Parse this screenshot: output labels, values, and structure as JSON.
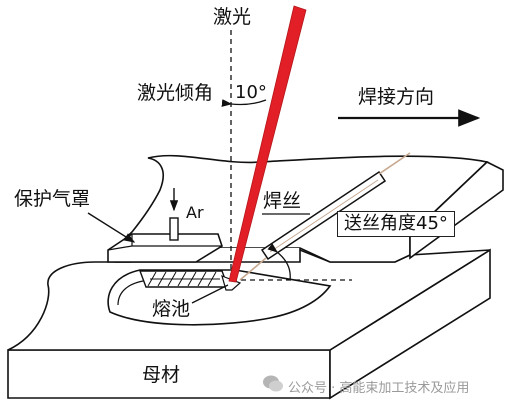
{
  "diagram": {
    "laser_label": "激光",
    "laser_tilt_label": "激光倾角",
    "laser_tilt_value": "10°",
    "weld_direction_label": "焊接方向",
    "shield_gas_cover_label": "保护气罩",
    "argon_label": "Ar",
    "wire_label": "焊丝",
    "wire_angle_label": "送丝角度45°",
    "weld_pool_label": "熔池",
    "base_metal_label": "母材"
  },
  "watermark": {
    "text": "公众号 · 高能束加工技术及应用"
  },
  "colors": {
    "laser": "#e21f26",
    "wire": "#c8a98f",
    "ink": "#111111"
  }
}
